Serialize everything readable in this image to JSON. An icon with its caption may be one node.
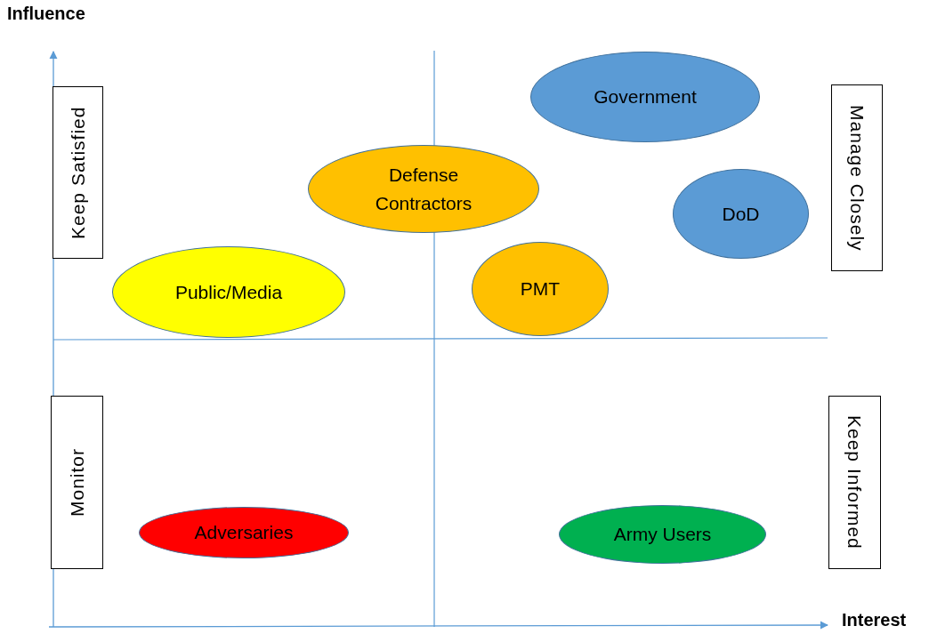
{
  "diagram": {
    "nodes": [
      {
        "text": [
          "Government"
        ]
      },
      {
        "text": [
          "Manage Closely"
        ]
      },
      {
        "text": [
          "Keep Satisfied"
        ]
      },
      {
        "text": [
          "Defense Contractors"
        ]
      },
      {
        "text": [
          "DoD"
        ]
      },
      {
        "text": [
          "PMT"
        ]
      },
      {
        "text": [
          "Public/Media"
        ]
      },
      {
        "text": [
          "Monitor"
        ]
      },
      {
        "text": [
          "Keep Informed"
        ]
      },
      {
        "text": [
          "Adversaries"
        ]
      },
      {
        "text": [
          "Army Users"
        ]
      }
    ],
    "edges": [],
    "labels": [
      "Influence",
      "Interest"
    ]
  }
}
